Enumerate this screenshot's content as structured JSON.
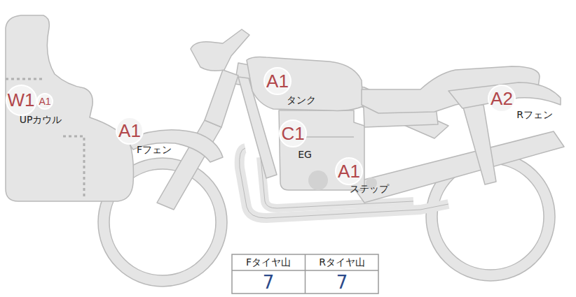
{
  "diagram": {
    "nodes": [
      {
        "text": [
          "W1",
          "UPカウル"
        ]
      },
      {
        "text": [
          "A1"
        ]
      },
      {
        "text": [
          "A1",
          "Fフェン"
        ]
      },
      {
        "text": [
          "A1",
          "タンク"
        ]
      },
      {
        "text": [
          "C1",
          "EG"
        ]
      },
      {
        "text": [
          "A1",
          "ステップ"
        ]
      },
      {
        "text": [
          "A2",
          "Rフェン"
        ]
      }
    ],
    "labels": [
      "Fタイヤ山",
      "Rタイヤ山",
      "7",
      "7"
    ]
  }
}
